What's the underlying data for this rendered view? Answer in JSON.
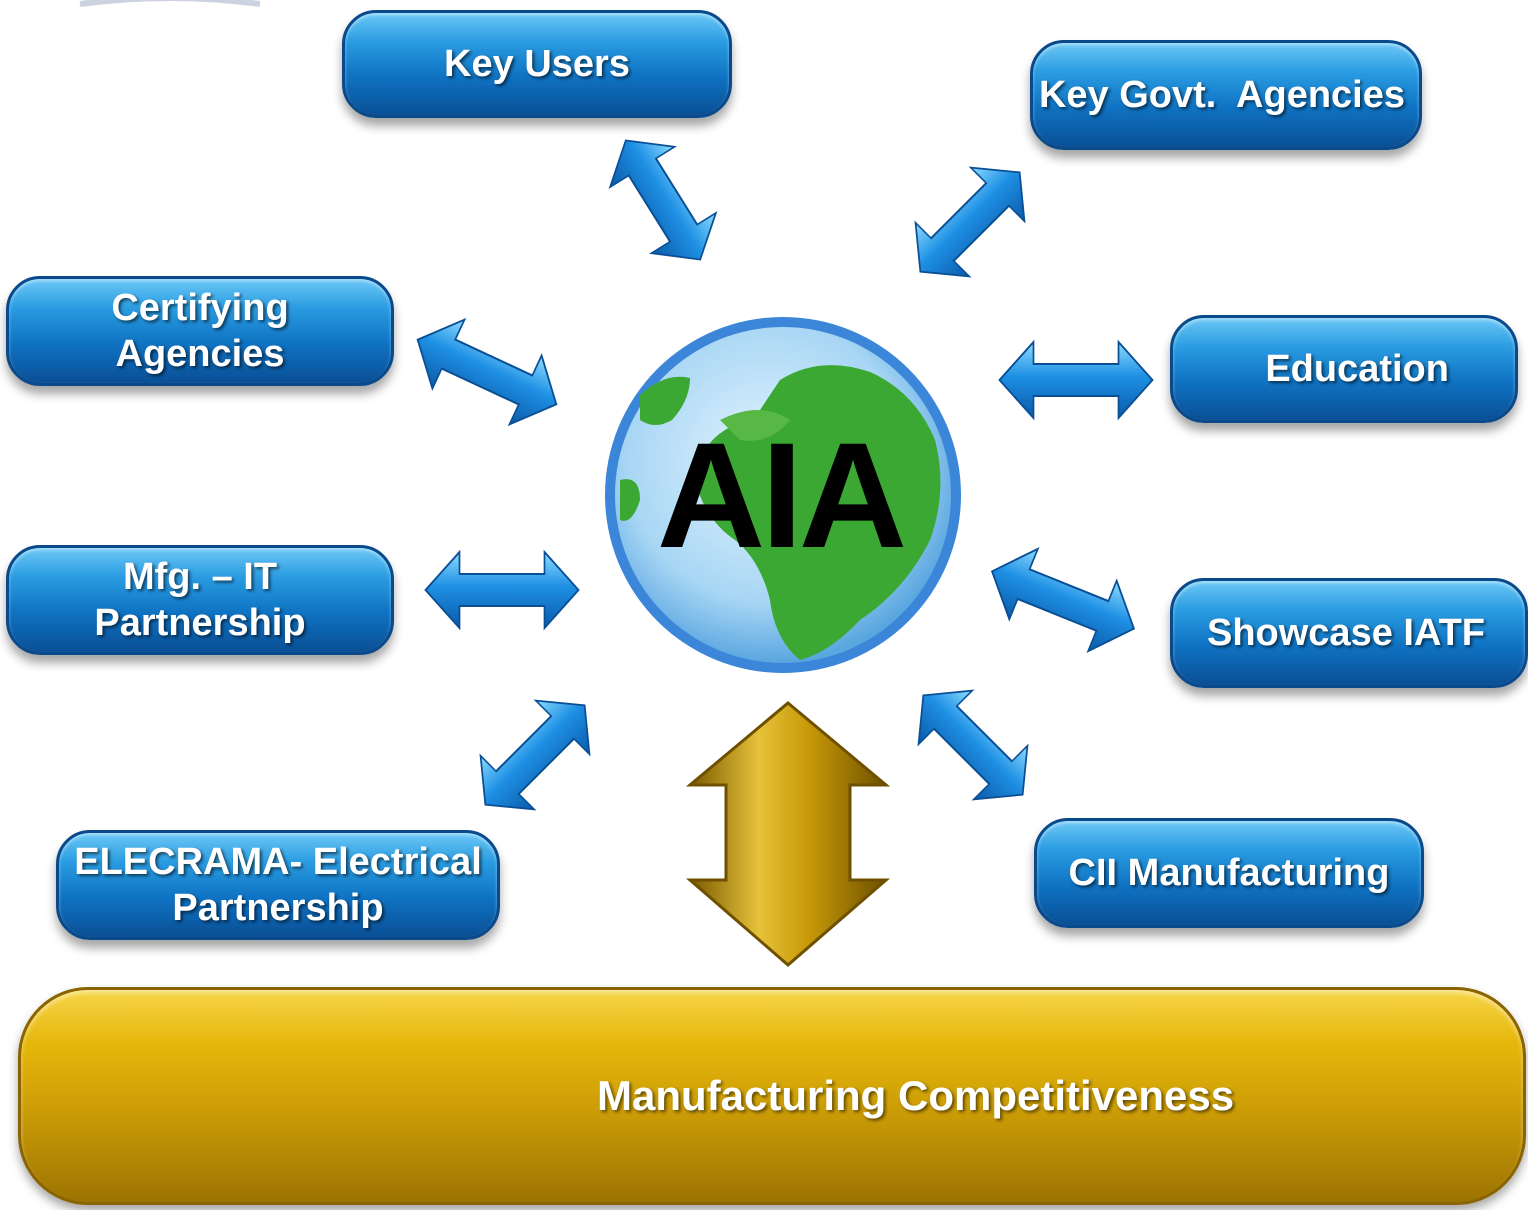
{
  "center": {
    "label": "AIA"
  },
  "nodes": {
    "key_users": "Key Users",
    "key_govt_agencies": "Key Govt.  Agencies",
    "certifying_agencies": [
      "Certifying",
      "Agencies"
    ],
    "education": "Education",
    "mfg_it_partnership": [
      "Mfg. – IT",
      "Partnership"
    ],
    "showcase_iatf": "Showcase IATF",
    "elecrama_partnership": [
      "ELECRAMA- Electrical",
      "Partnership"
    ],
    "cii_manufacturing": "CII Manufacturing"
  },
  "base": {
    "label": "Manufacturing Competitiveness"
  },
  "colors": {
    "node_blue": "#1a7fd0",
    "arrow_blue": "#1e8ee0",
    "arrow_gold": "#c8a010",
    "base_gold": "#e0b20a",
    "globe_ocean": "#9fd0f0",
    "globe_land": "#3aa832"
  },
  "icons": {
    "center": "globe-icon",
    "links": "double-arrow-icon"
  }
}
